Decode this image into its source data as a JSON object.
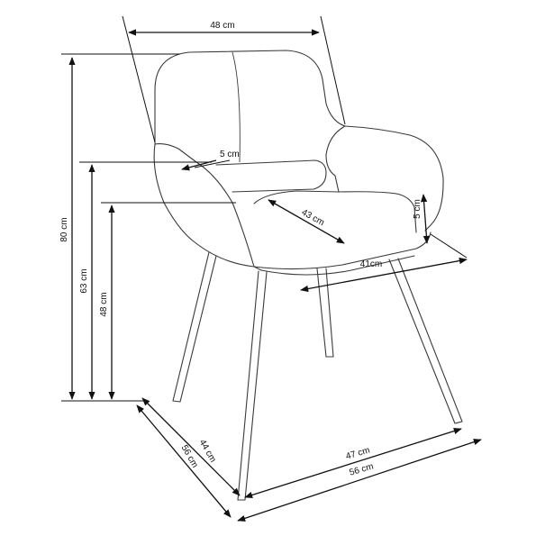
{
  "dimensions": {
    "top_width": "48 cm",
    "armrest_width": "5 cm",
    "seat_depth": "43 cm",
    "seat_thickness": "5 cm",
    "seat_width": "41cm",
    "total_height": "80 cm",
    "armrest_height": "63 cm",
    "seat_height": "48 cm",
    "base_depth_inner": "44 cm",
    "base_depth_outer": "56 cm",
    "base_width_inner": "47 cm",
    "base_width_outer": "56 cm"
  },
  "colors": {
    "outline": "#3a3a3a",
    "dimension_line": "#111111",
    "background": "#ffffff"
  }
}
